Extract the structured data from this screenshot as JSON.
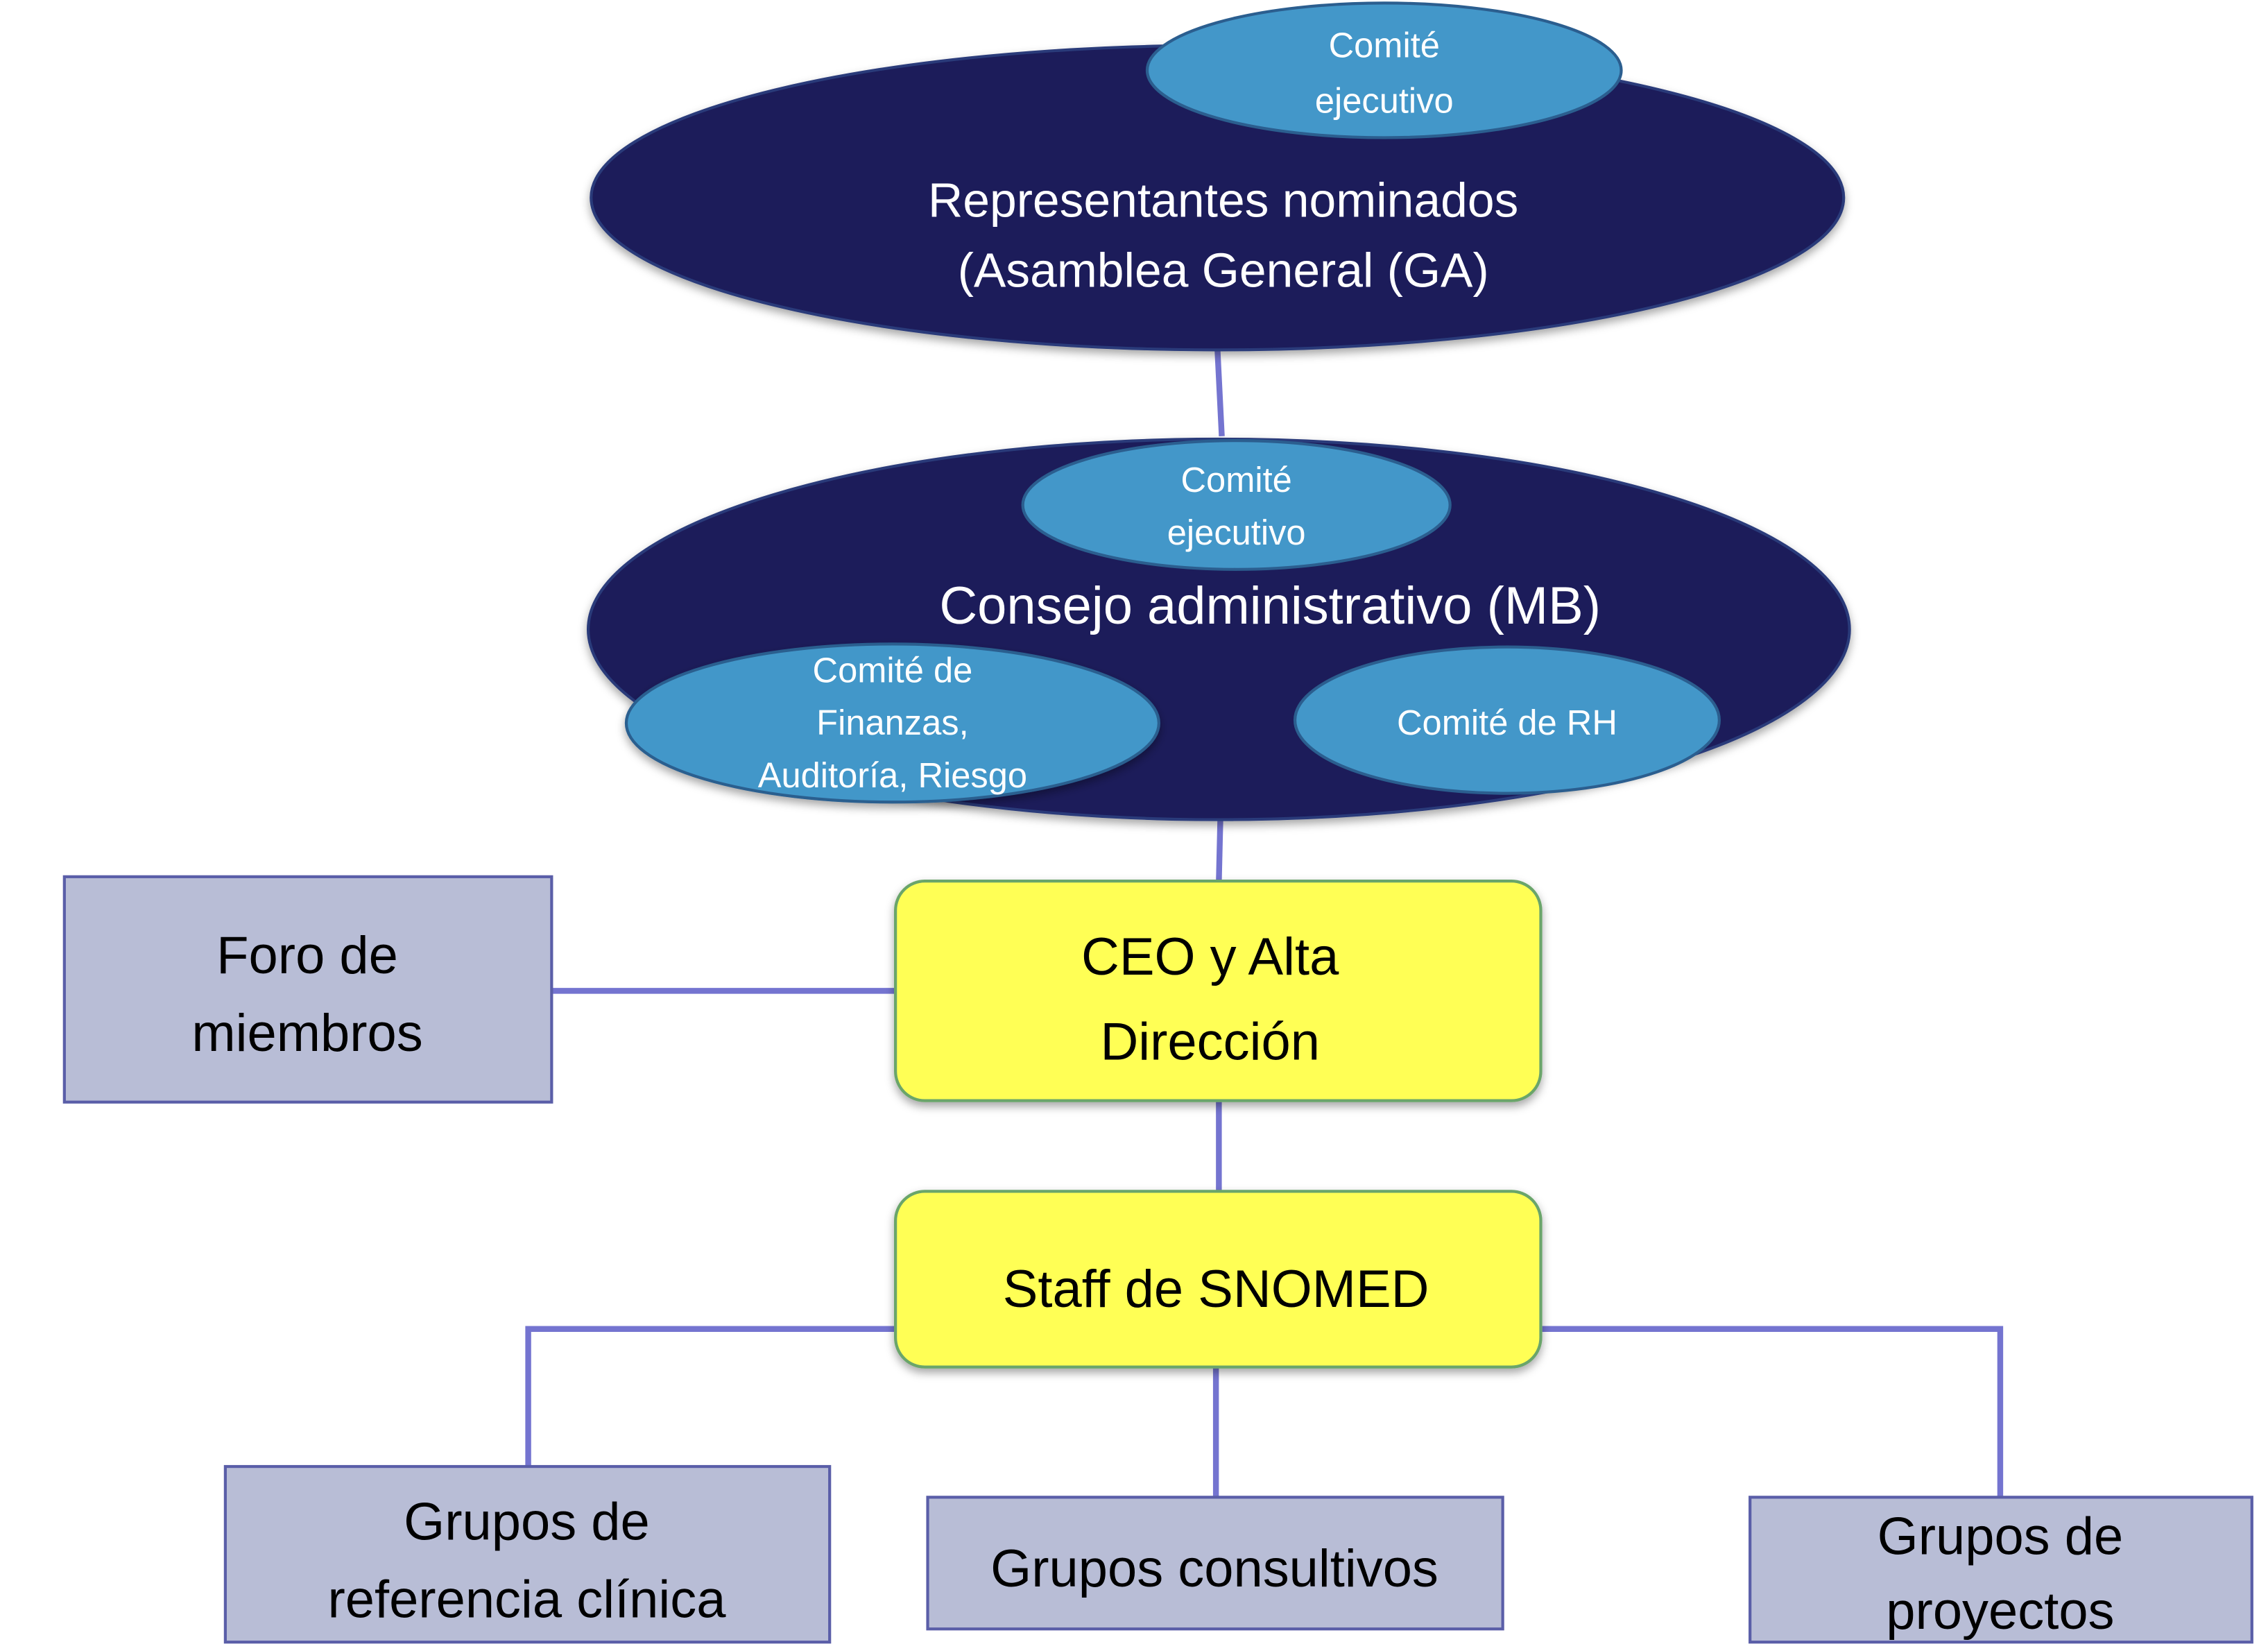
{
  "diagram": {
    "general_assembly": {
      "title_line1": "Representantes nominados",
      "title_line2": "(Asamblea General (GA)",
      "executive_committee": {
        "line1": "Comité",
        "line2": "ejecutivo"
      }
    },
    "management_board": {
      "title": "Consejo administrativo (MB)",
      "executive_committee": {
        "line1": "Comité",
        "line2": "ejecutivo"
      },
      "finance_committee": {
        "line1": "Comité de",
        "line2": "Finanzas,",
        "line3": "Auditoría, Riesgo"
      },
      "hr_committee": {
        "line1": "Comité de RH"
      }
    },
    "members_forum": {
      "line1": "Foro de",
      "line2": "miembros"
    },
    "ceo": {
      "line1": "CEO y Alta",
      "line2": "Dirección"
    },
    "staff": {
      "line1": "Staff de SNOMED"
    },
    "clinical_groups": {
      "line1": "Grupos de",
      "line2": "referencia clínica"
    },
    "advisory_groups": {
      "line1": "Grupos consultivos"
    },
    "project_groups": {
      "line1": "Grupos de",
      "line2": "proyectos"
    }
  },
  "colors": {
    "dark_ellipse": "#1a1a5a",
    "light_ellipse": "#4397c9",
    "yellow_box": "#ffff55",
    "grey_box": "#b8bdd6",
    "connector": "#7474d0"
  }
}
